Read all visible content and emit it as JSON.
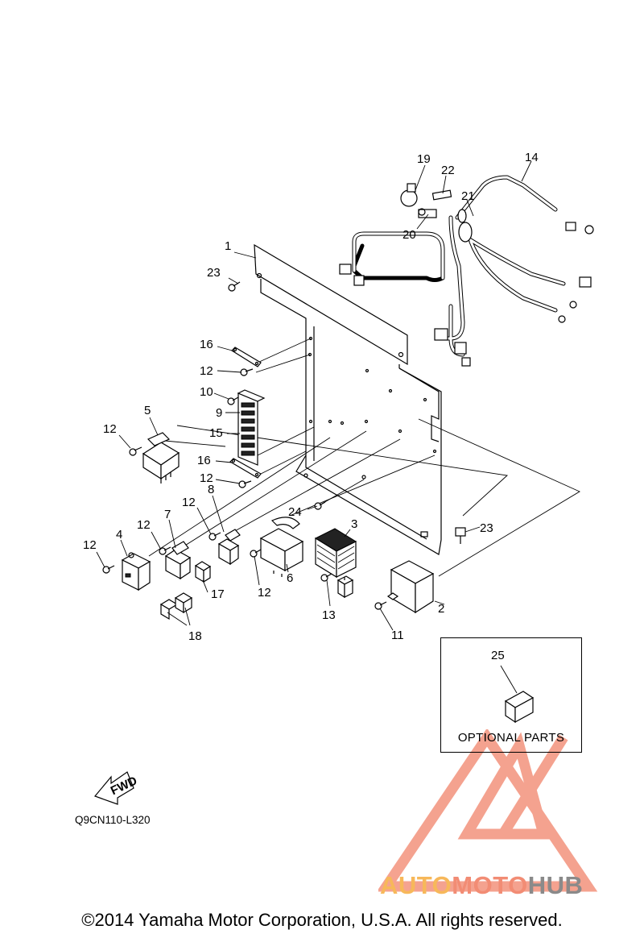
{
  "part_labels": {
    "p1": "1",
    "p2": "2",
    "p3": "3",
    "p4": "4",
    "p5": "5",
    "p6": "6",
    "p7": "7",
    "p8": "8",
    "p9": "9",
    "p10": "10",
    "p11": "11",
    "p12": "12",
    "p13": "13",
    "p14": "14",
    "p15": "15",
    "p16": "16",
    "p17": "17",
    "p18": "18",
    "p19": "19",
    "p20": "20",
    "p21": "21",
    "p22": "22",
    "p23": "23",
    "p24": "24",
    "p25": "25"
  },
  "optional_box": {
    "label": "OPTIONAL PARTS"
  },
  "fwd_arrow": {
    "label": "FWD"
  },
  "diagram_code": "Q9CN110-L320",
  "copyright": "©2014 Yamaha Motor Corporation, U.S.A. All rights reserved.",
  "watermark": {
    "part1": "AUTO",
    "part2": "MOTO",
    "part3": "HUB"
  },
  "colors": {
    "watermark_orange": "#f7b85a",
    "watermark_salmon": "#f28c74",
    "watermark_gray": "#8a8a8a"
  }
}
